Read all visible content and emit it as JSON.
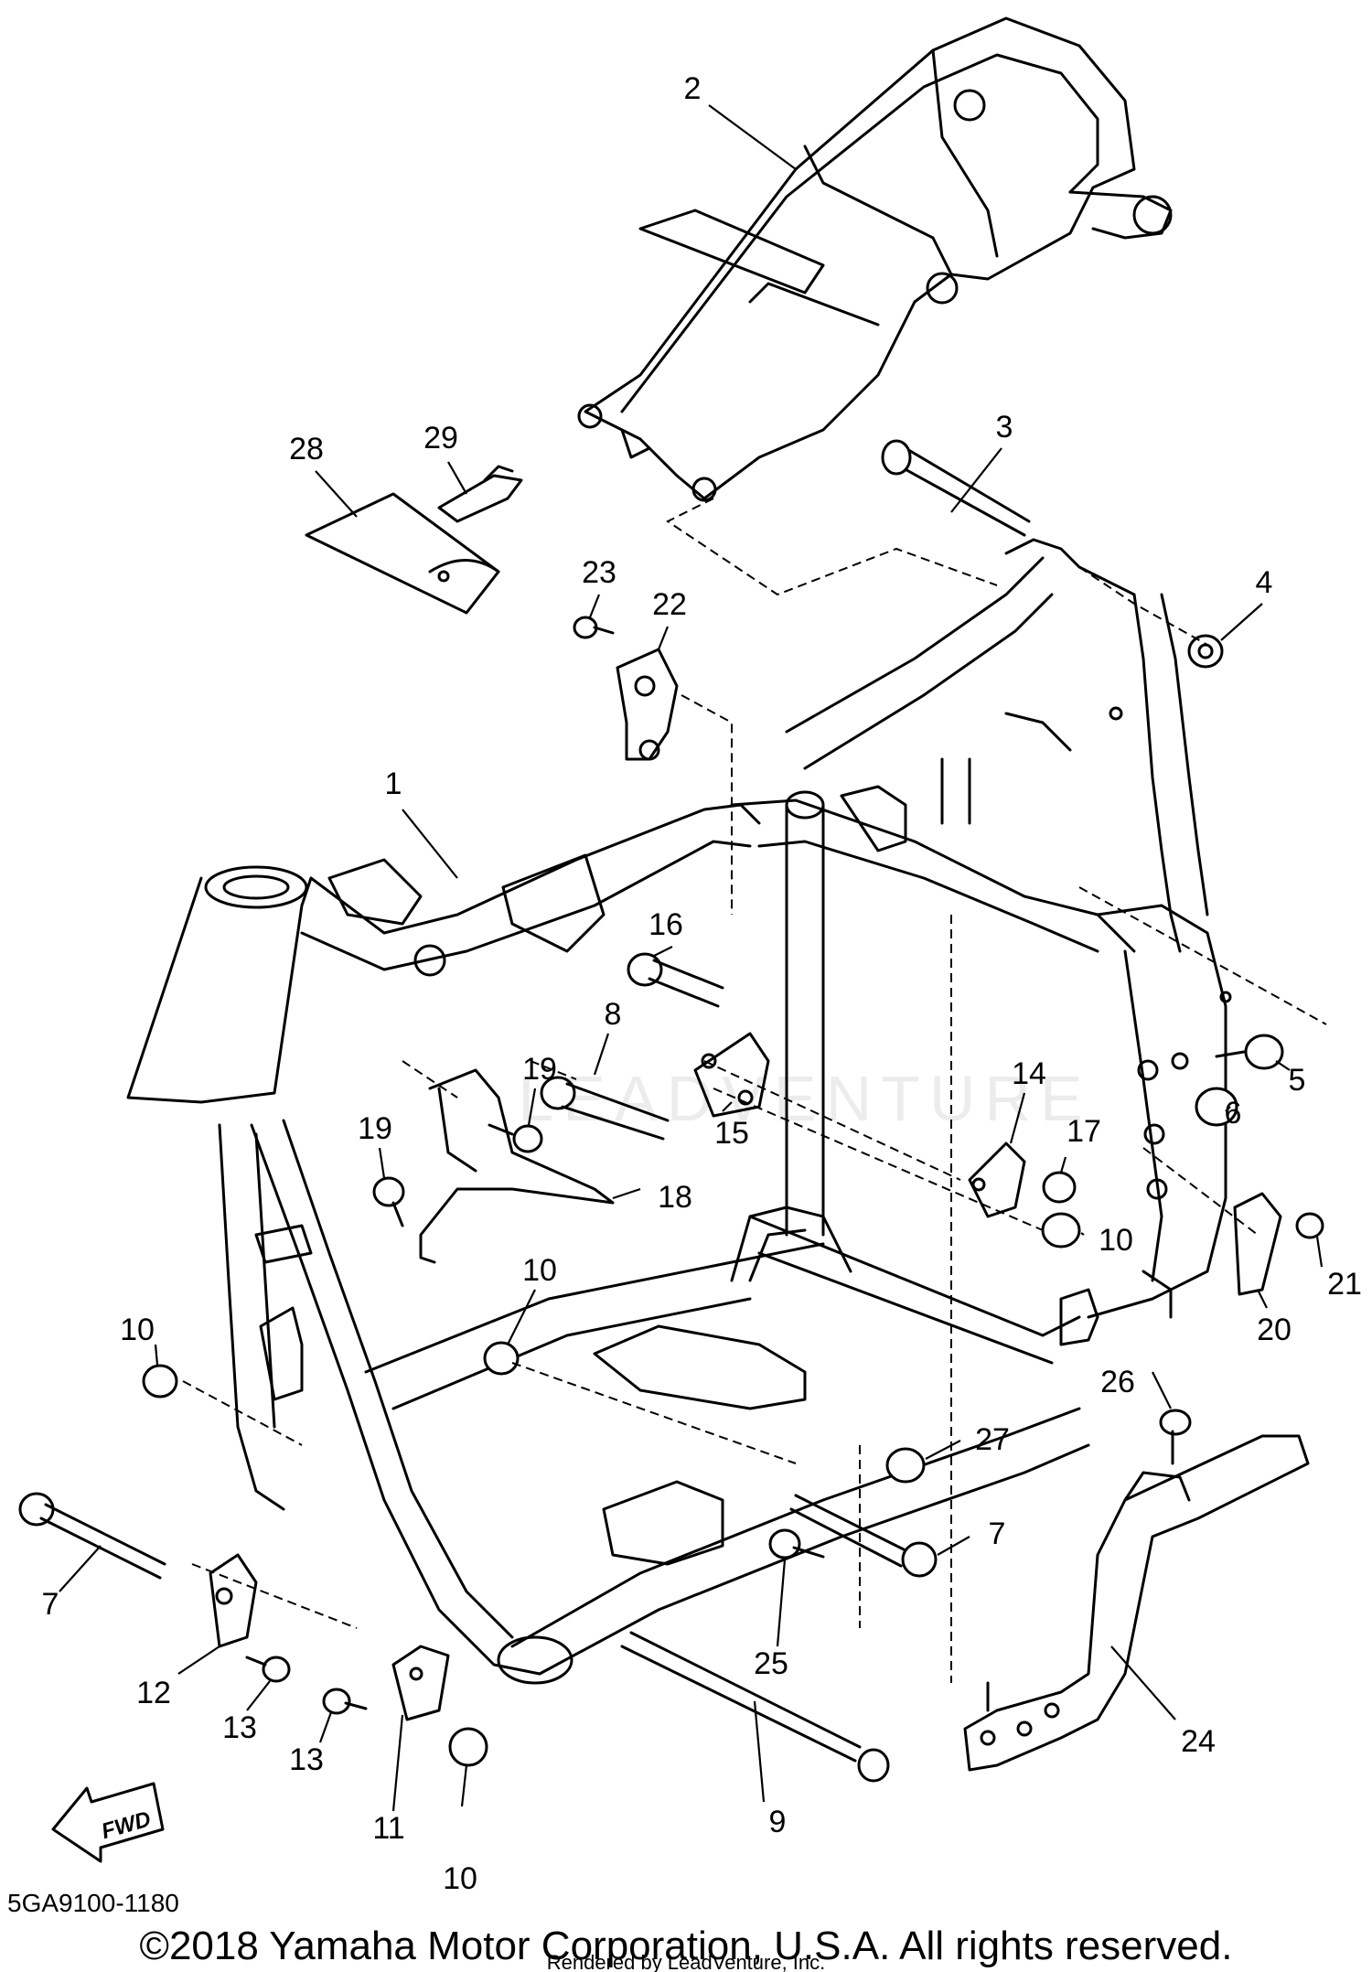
{
  "callouts": [
    {
      "label": "1"
    },
    {
      "label": "2"
    },
    {
      "label": "3"
    },
    {
      "label": "4"
    },
    {
      "label": "5"
    },
    {
      "label": "6"
    },
    {
      "label": "7"
    },
    {
      "label": "7"
    },
    {
      "label": "8"
    },
    {
      "label": "9"
    },
    {
      "label": "10"
    },
    {
      "label": "10"
    },
    {
      "label": "10"
    },
    {
      "label": "10"
    },
    {
      "label": "11"
    },
    {
      "label": "12"
    },
    {
      "label": "13"
    },
    {
      "label": "13"
    },
    {
      "label": "14"
    },
    {
      "label": "15"
    },
    {
      "label": "16"
    },
    {
      "label": "17"
    },
    {
      "label": "18"
    },
    {
      "label": "19"
    },
    {
      "label": "19"
    },
    {
      "label": "20"
    },
    {
      "label": "21"
    },
    {
      "label": "22"
    },
    {
      "label": "23"
    },
    {
      "label": "24"
    },
    {
      "label": "25"
    },
    {
      "label": "26"
    },
    {
      "label": "27"
    },
    {
      "label": "28"
    },
    {
      "label": "29"
    }
  ],
  "fwd_label": "FWD",
  "diagram_code": "5GA9100-1180",
  "copyright": "©2018 Yamaha Motor Corporation, U.S.A. All rights reserved.",
  "rendered_by": "Rendered by LeadVenture, Inc.",
  "watermark": "LEADVENTURE"
}
